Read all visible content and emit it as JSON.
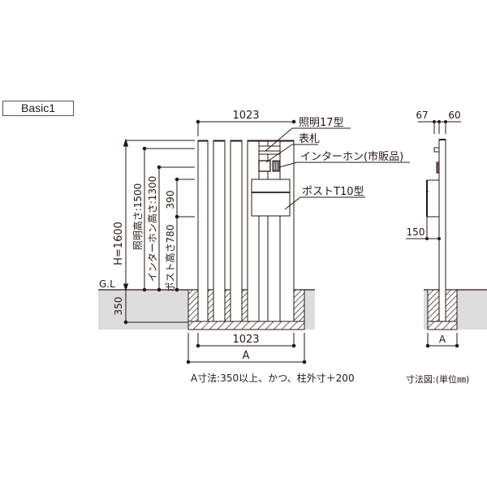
{
  "title": "Basic1",
  "front_view": {
    "top_width": "1023",
    "bottom_width": "1023",
    "foundation_width_label": "A",
    "callouts": [
      {
        "id": "light",
        "label": "照明17型"
      },
      {
        "id": "nameplate",
        "label": "表札"
      },
      {
        "id": "intercom",
        "label": "インターホン(市販品)"
      },
      {
        "id": "post",
        "label": "ポストT10型"
      }
    ],
    "heights": [
      {
        "id": "total",
        "label": "H=1600"
      },
      {
        "id": "light_height",
        "label": "照明高さ:1500"
      },
      {
        "id": "intercom_height",
        "label": "インターホン高さ:1300"
      },
      {
        "id": "post_height",
        "label": "ポスト高さ780"
      },
      {
        "id": "post_size",
        "label": "390"
      }
    ],
    "ground_label": "G.L",
    "depth_label": "350"
  },
  "side_view": {
    "dim_left": "67",
    "dim_right": "60",
    "dim_post": "150",
    "foundation_width_label": "A"
  },
  "notes": {
    "a_dimension": "A寸法:350以上、かつ、柱外寸＋200",
    "unit": "寸法図:(単位㎜)"
  },
  "colors": {
    "line": "#231815",
    "ground": "#dcdcdc"
  }
}
